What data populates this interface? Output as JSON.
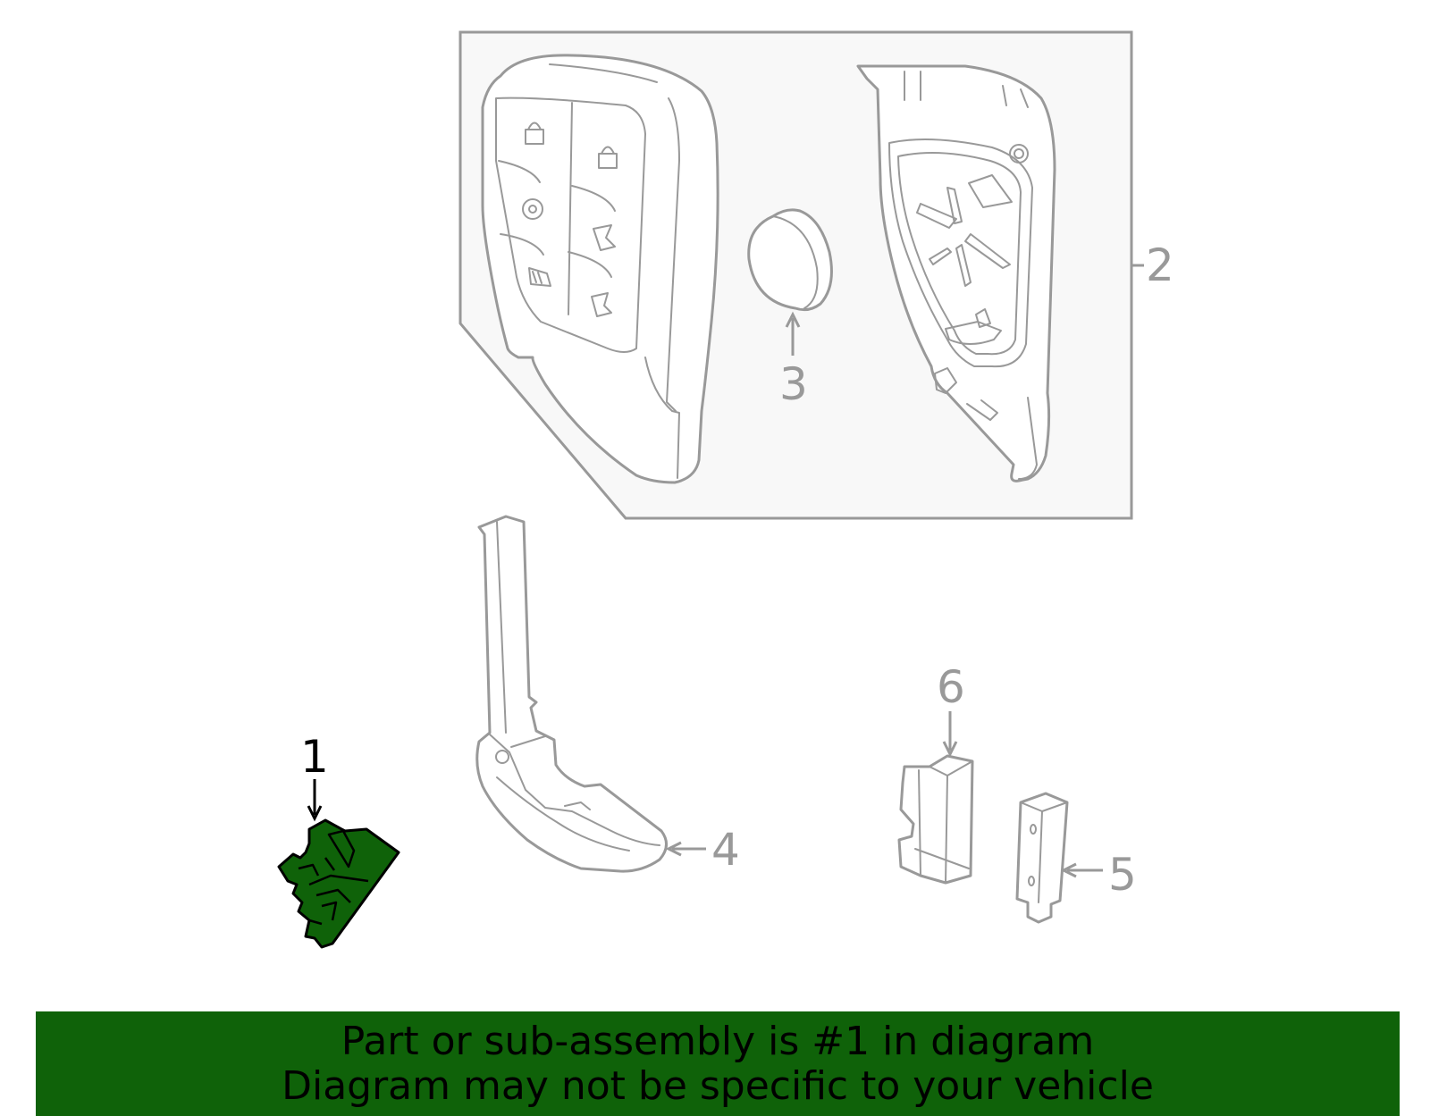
{
  "callouts": {
    "part1": "1",
    "part2": "2",
    "part3": "3",
    "part4": "4",
    "part5": "5",
    "part6": "6"
  },
  "banner": {
    "line1": "Part or sub-assembly is #1 in diagram",
    "line2": "Diagram may not be specific to your vehicle"
  },
  "colors": {
    "highlight_fill": "#0f6209",
    "part_stroke": "#999999",
    "box_fill": "#f8f8f8",
    "text_dark": "#000000"
  }
}
